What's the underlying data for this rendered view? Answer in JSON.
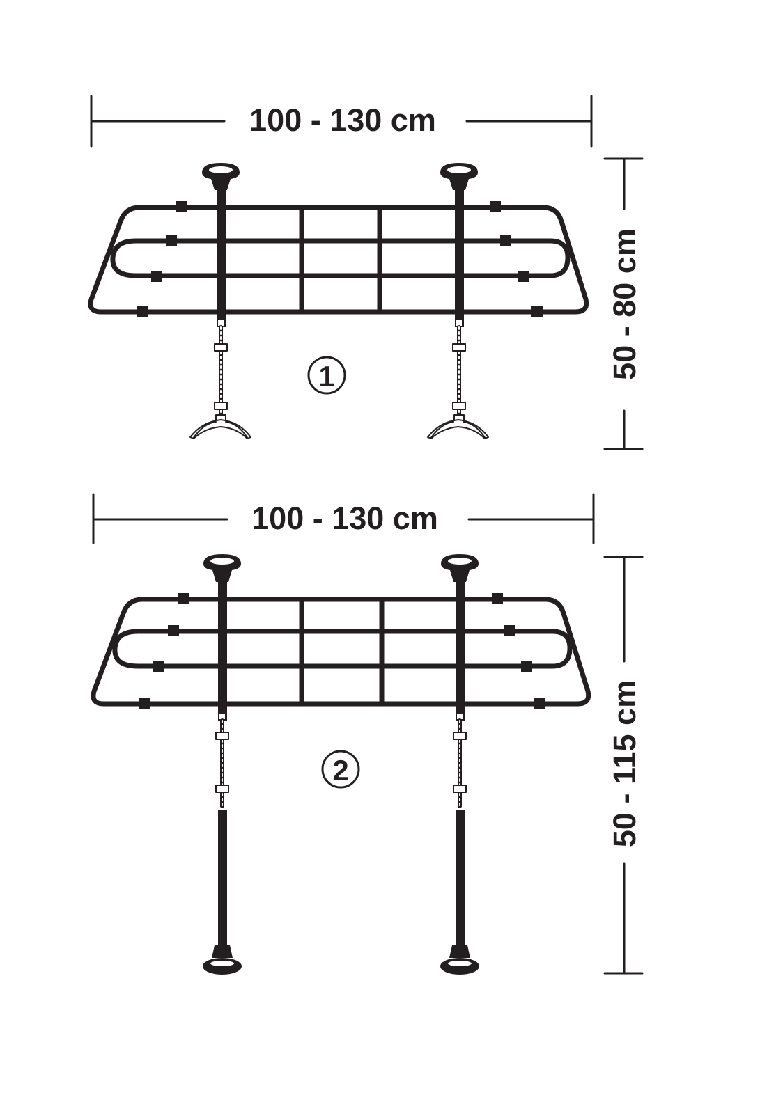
{
  "diagram": {
    "ink_color": "#231f20",
    "background": "#ffffff",
    "configurations": [
      {
        "number": "1",
        "width_label": "100 - 130 cm",
        "height_label": "50 - 80 cm",
        "support": "short-legs-with-foot-brackets"
      },
      {
        "number": "2",
        "width_label": "100 - 130 cm",
        "height_label": "50 - 115 cm",
        "support": "long-legs-with-suction-feet"
      }
    ]
  }
}
